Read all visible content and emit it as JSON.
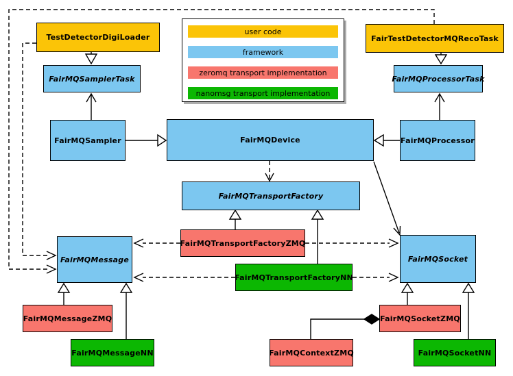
{
  "legend": {
    "items": [
      {
        "label": "user code",
        "category": "user-code"
      },
      {
        "label": "framework",
        "category": "framework"
      },
      {
        "label": "zeromq transport implementation",
        "category": "zeromq"
      },
      {
        "label": "nanomsg transport implementation",
        "category": "nanomsg"
      }
    ]
  },
  "colors": {
    "user-code": "#FBC407",
    "framework": "#7CC7F0",
    "zeromq": "#F8766D",
    "nanomsg": "#0CB702",
    "border": "#000000",
    "background": "#FFFFFF",
    "shadow": "#ADADAD"
  },
  "nodes": [
    {
      "id": "digiloader",
      "label": "TestDetectorDigiLoader",
      "category": "user-code",
      "abstract": false
    },
    {
      "id": "recotask",
      "label": "FairTestDetectorMQRecoTask",
      "category": "user-code",
      "abstract": false
    },
    {
      "id": "samplertask",
      "label": "FairMQSamplerTask",
      "category": "framework",
      "abstract": true
    },
    {
      "id": "processortask",
      "label": "FairMQProcessorTask",
      "category": "framework",
      "abstract": true
    },
    {
      "id": "sampler",
      "label": "FairMQSampler",
      "category": "framework",
      "abstract": false
    },
    {
      "id": "device",
      "label": "FairMQDevice",
      "category": "framework",
      "abstract": false
    },
    {
      "id": "processor",
      "label": "FairMQProcessor",
      "category": "framework",
      "abstract": false
    },
    {
      "id": "transportfactory",
      "label": "FairMQTransportFactory",
      "category": "framework",
      "abstract": true
    },
    {
      "id": "factoryzmq",
      "label": "FairMQTransportFactoryZMQ",
      "category": "zeromq",
      "abstract": false
    },
    {
      "id": "factorynn",
      "label": "FairMQTransportFactoryNN",
      "category": "nanomsg",
      "abstract": false
    },
    {
      "id": "message",
      "label": "FairMQMessage",
      "category": "framework",
      "abstract": true
    },
    {
      "id": "socket",
      "label": "FairMQSocket",
      "category": "framework",
      "abstract": true
    },
    {
      "id": "messagezmq",
      "label": "FairMQMessageZMQ",
      "category": "zeromq",
      "abstract": false
    },
    {
      "id": "messagenn",
      "label": "FairMQMessageNN",
      "category": "nanomsg",
      "abstract": false
    },
    {
      "id": "socketzmq",
      "label": "FairMQSocketZMQ",
      "category": "zeromq",
      "abstract": false
    },
    {
      "id": "socketnn",
      "label": "FairMQSocketNN",
      "category": "nanomsg",
      "abstract": false
    },
    {
      "id": "contextzmq",
      "label": "FairMQContextZMQ",
      "category": "zeromq",
      "abstract": false
    }
  ],
  "edges": [
    {
      "from": "TestDetectorDigiLoader",
      "to": "FairMQSamplerTask",
      "type": "inheritance"
    },
    {
      "from": "FairTestDetectorMQRecoTask",
      "to": "FairMQProcessorTask",
      "type": "inheritance"
    },
    {
      "from": "FairMQSampler",
      "to": "FairMQDevice",
      "type": "inheritance"
    },
    {
      "from": "FairMQProcessor",
      "to": "FairMQDevice",
      "type": "inheritance"
    },
    {
      "from": "FairMQTransportFactoryZMQ",
      "to": "FairMQTransportFactory",
      "type": "inheritance"
    },
    {
      "from": "FairMQTransportFactoryNN",
      "to": "FairMQTransportFactory",
      "type": "inheritance"
    },
    {
      "from": "FairMQMessageZMQ",
      "to": "FairMQMessage",
      "type": "inheritance"
    },
    {
      "from": "FairMQMessageNN",
      "to": "FairMQMessage",
      "type": "inheritance"
    },
    {
      "from": "FairMQSocketZMQ",
      "to": "FairMQSocket",
      "type": "inheritance"
    },
    {
      "from": "FairMQSocketNN",
      "to": "FairMQSocket",
      "type": "inheritance"
    },
    {
      "from": "FairMQSampler",
      "to": "FairMQSamplerTask",
      "type": "association"
    },
    {
      "from": "FairMQProcessor",
      "to": "FairMQProcessorTask",
      "type": "association"
    },
    {
      "from": "FairMQDevice",
      "to": "FairMQSocket",
      "type": "association"
    },
    {
      "from": "FairMQDevice",
      "to": "FairMQTransportFactory",
      "type": "dependency"
    },
    {
      "from": "TestDetectorDigiLoader",
      "to": "FairMQMessage",
      "type": "dependency"
    },
    {
      "from": "FairTestDetectorMQRecoTask",
      "to": "FairMQMessage",
      "type": "dependency"
    },
    {
      "from": "FairMQTransportFactoryZMQ",
      "to": "FairMQMessage",
      "type": "dependency"
    },
    {
      "from": "FairMQTransportFactoryZMQ",
      "to": "FairMQSocket",
      "type": "dependency"
    },
    {
      "from": "FairMQTransportFactoryNN",
      "to": "FairMQMessage",
      "type": "dependency"
    },
    {
      "from": "FairMQTransportFactoryNN",
      "to": "FairMQSocket",
      "type": "dependency"
    },
    {
      "from": "FairMQSocketZMQ",
      "to": "FairMQContextZMQ",
      "type": "composition"
    }
  ]
}
